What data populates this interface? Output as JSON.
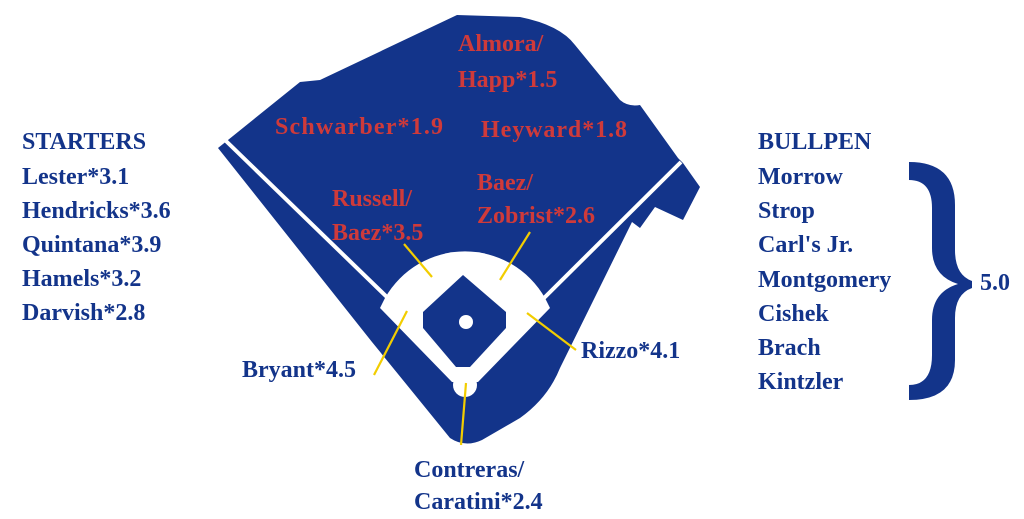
{
  "colors": {
    "field": "#13348a",
    "fielder_text": "#cf3a3a",
    "label_text": "#13348a",
    "pointer": "#f2cd00"
  },
  "field_labels": {
    "center": [
      "Almora/",
      "Happ*1.5"
    ],
    "left": "Schwarber*1.9",
    "right": "Heyward*1.8",
    "shortstop": [
      "Russell/",
      "Baez*3.5"
    ],
    "second": [
      "Baez/",
      "Zobrist*2.6"
    ],
    "third": "Bryant*4.5",
    "first": "Rizzo*4.1",
    "catcher": [
      "Contreras/",
      "Caratini*2.4"
    ]
  },
  "starters": {
    "title": "STARTERS",
    "items": [
      "Lester*3.1",
      "Hendricks*3.6",
      "Quintana*3.9",
      "Hamels*3.2",
      "Darvish*2.8"
    ]
  },
  "bullpen": {
    "title": "BULLPEN",
    "items": [
      "Morrow",
      "Strop",
      "Carl's Jr.",
      "Montgomery",
      "Cishek",
      "Brach",
      "Kintzler"
    ],
    "total": "5.0"
  }
}
